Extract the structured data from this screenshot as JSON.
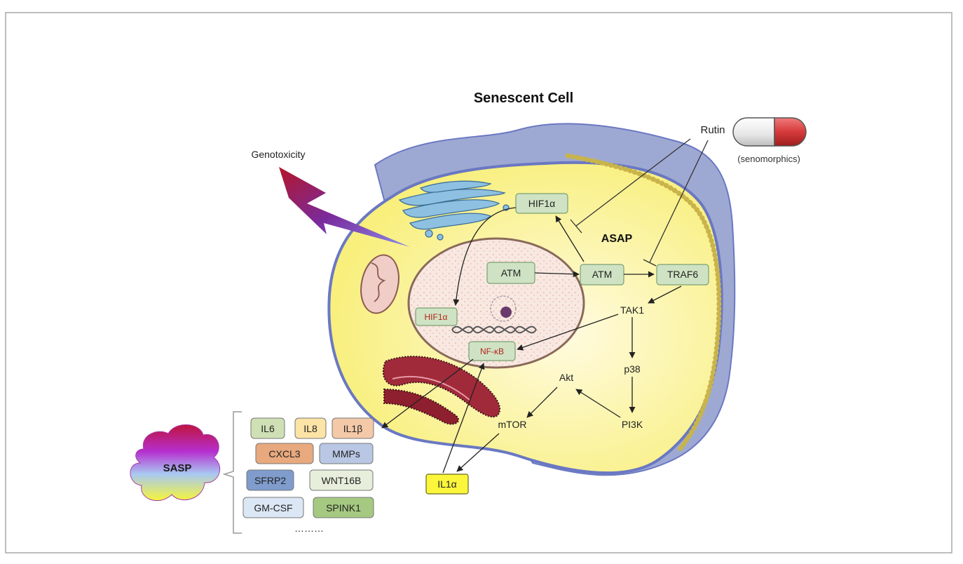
{
  "title": "Senescent Cell",
  "labels": {
    "genotoxicity": "Genotoxicity",
    "rutin": "Rutin",
    "senomorphics": "(senomorphics)",
    "asap": "ASAP",
    "tak1": "TAK1",
    "p38": "p38",
    "pi3k": "PI3K",
    "akt": "Akt",
    "mtor": "mTOR"
  },
  "boxes": {
    "hif1a_cyto": "HIF1α",
    "atm_nucleus": "ATM",
    "atm_cyto": "ATM",
    "traf6": "TRAF6",
    "hif1a_nucleus": "HIF1α",
    "nfkb": "NF-κB",
    "il1a": "IL1α"
  },
  "sasp": {
    "label": "SASP",
    "factors": [
      {
        "name": "IL6",
        "color": "#cfe0b4"
      },
      {
        "name": "IL8",
        "color": "#fce3a6"
      },
      {
        "name": "IL1β",
        "color": "#f4c9a8"
      },
      {
        "name": "CXCL3",
        "color": "#e8a97e"
      },
      {
        "name": "MMPs",
        "color": "#b9c7e4"
      },
      {
        "name": "SFRP2",
        "color": "#7f9ccc"
      },
      {
        "name": "WNT16B",
        "color": "#e7efdc"
      },
      {
        "name": "GM-CSF",
        "color": "#dbe7f5"
      },
      {
        "name": "SPINK1",
        "color": "#a5c981"
      }
    ],
    "more": "………"
  },
  "colors": {
    "cytoplasm": "#fbf49a",
    "membrane": "#6a78c2",
    "outer_membrane": "#9ea9d3",
    "nucleus": "#f8e8e2",
    "green_box": "#cfe3c4",
    "il1a_box": "#fbf63c",
    "pill_red": "#d63a3a"
  }
}
